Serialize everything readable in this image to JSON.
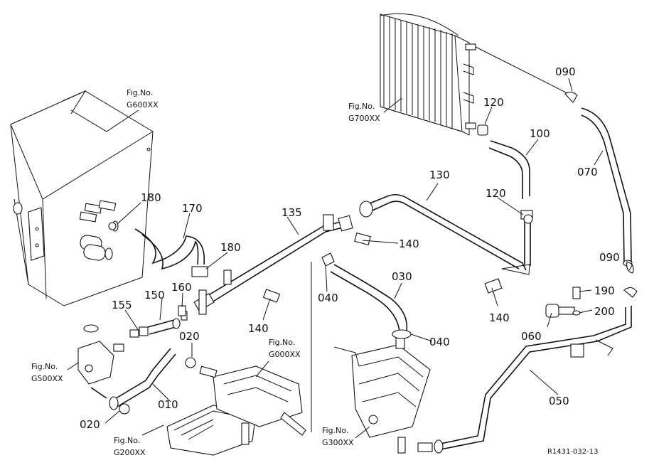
{
  "figure_refs": [
    {
      "line1": "Fig.No.",
      "line2": "G600XX"
    },
    {
      "line1": "Fig.No.",
      "line2": "G700XX"
    },
    {
      "line1": "Fig.No.",
      "line2": "G000XX"
    },
    {
      "line1": "Fig.No.",
      "line2": "G500XX"
    },
    {
      "line1": "Fig.No.",
      "line2": "G200XX"
    },
    {
      "line1": "Fig.No.",
      "line2": "G300XX"
    }
  ],
  "part_labels": [
    "090",
    "120",
    "100",
    "070",
    "130",
    "120",
    "135",
    "180",
    "170",
    "180",
    "140",
    "140",
    "090",
    "190",
    "200",
    "060",
    "160",
    "150",
    "155",
    "140",
    "040",
    "030",
    "040",
    "020",
    "010",
    "020",
    "050"
  ],
  "drawing_number": "R1431-032-13"
}
